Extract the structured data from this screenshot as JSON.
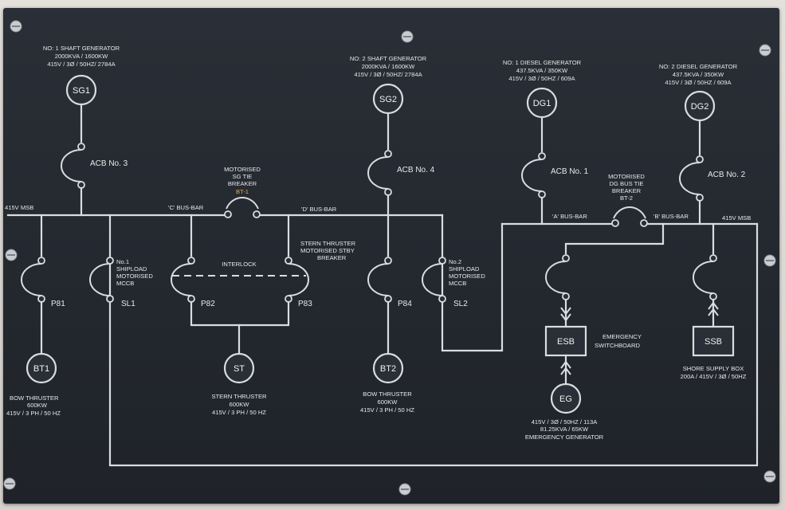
{
  "generators": {
    "sg1": {
      "name": "SG1",
      "title": "NO: 1 SHAFT GENERATOR",
      "line1": "2000KVA / 1600KW",
      "line2": "415V / 3Ø / 50HZ/ 2784A"
    },
    "sg2": {
      "name": "SG2",
      "title": "NO: 2 SHAFT GENERATOR",
      "line1": "2000KVA / 1600KW",
      "line2": "415V / 3Ø / 50HZ/ 2784A"
    },
    "dg1": {
      "name": "DG1",
      "title": "NO: 1 DIESEL GENERATOR",
      "line1": "437.5KVA / 350KW",
      "line2": "415V / 3Ø / 50HZ / 609A"
    },
    "dg2": {
      "name": "DG2",
      "title": "NO: 2 DIESEL GENERATOR",
      "line1": "437.5KVA / 350KW",
      "line2": "415V / 3Ø / 50HZ / 609A"
    }
  },
  "acb": {
    "no3": "ACB No. 3",
    "no4": "ACB No. 4",
    "no1": "ACB No. 1",
    "no2": "ACB No. 2"
  },
  "busbars": {
    "msb_left": "415V MSB",
    "msb_right": "415V MSB",
    "c": "'C' BUS-BAR",
    "d": "'D' BUS-BAR",
    "a": "'A' BUS-BAR",
    "b": "'B' BUS-BAR"
  },
  "bt1_breaker": {
    "l1": "MOTORISED",
    "l2": "SG TIE",
    "l3": "BREAKER",
    "tag": "BT-1"
  },
  "bt2_breaker": {
    "l1": "MOTORISED",
    "l2": "DG BUS TIE",
    "l3": "BREAKER",
    "tag": "BT-2"
  },
  "feeders": {
    "p81": "P81",
    "sl1": "SL1",
    "sl1_desc": {
      "l1": "No.1",
      "l2": "SHIPLOAD",
      "l3": "MOTORISED",
      "l4": "MCCB"
    },
    "p82": "P82",
    "p83": "P83",
    "interlock": "INTERLOCK",
    "stern_stby": {
      "l1": "STERN THRUSTER",
      "l2": "MOTORISED STBY",
      "l3": "BREAKER"
    },
    "p84": "P84",
    "sl2": "SL2",
    "sl2_desc": {
      "l1": "No.2",
      "l2": "SHIPLOAD",
      "l3": "MOTORISED",
      "l4": "MCCB"
    }
  },
  "loads": {
    "bt1": {
      "name": "BT1",
      "l1": "BOW THRUSTER",
      "l2": "600KW",
      "l3": "415V / 3 PH / 50 HZ"
    },
    "st": {
      "name": "ST",
      "l1": "STERN THRUSTER",
      "l2": "600KW",
      "l3": "415V / 3 PH / 50 HZ"
    },
    "bt2": {
      "name": "BT2",
      "l1": "BOW THRUSTER",
      "l2": "600KW",
      "l3": "415V / 3 PH / 50 HZ"
    }
  },
  "esb": {
    "name": "ESB",
    "l1": "EMERGENCY",
    "l2": "SWITCHBOARD"
  },
  "ssb": {
    "name": "SSB",
    "l1": "SHORE SUPPLY BOX",
    "l2": "200A / 415V / 3Ø / 50HZ"
  },
  "eg": {
    "name": "EG",
    "l1": "415V / 3Ø / 50HZ / 113A",
    "l2": "81.25KVA / 65KW",
    "l3": "EMERGENCY GENERATOR"
  },
  "colors": {
    "panel": "#2a2e36",
    "line": "#d9dce0",
    "accent": "#e0b24a"
  }
}
